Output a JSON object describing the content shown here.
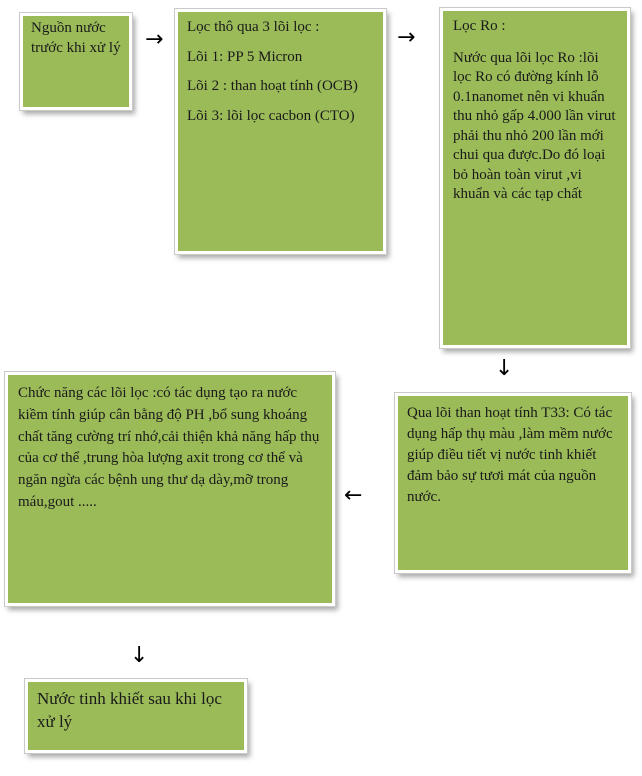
{
  "boxes": {
    "source": {
      "text": "Nguồn nước trước khi xử lý"
    },
    "coarse": {
      "title": "Lọc thô qua 3 lõi lọc :",
      "items": [
        "Lõi 1: PP 5 Micron",
        "Lõi 2 : than hoạt tính (OCB)",
        "Lõi 3: lõi lọc cacbon (CTO)"
      ]
    },
    "ro": {
      "title": "Lọc Ro :",
      "body": "Nước qua lõi lọc Ro :lõi lọc Ro có đường kính lỗ 0.1nanomet nên vi khuẩn  thu nhỏ gấp 4.000 lần virut phải thu nhỏ 200 lần mới chui qua được.Do đó loại bỏ hoàn toàn virut ,vi khuẩn và các tạp chất"
    },
    "carbon_t33": {
      "body": "Qua lõi than hoạt tính T33: Có tác dụng hấp thụ màu ,làm mềm nước giúp điều tiết vị nước tinh khiết đảm bảo sự tươi mát của nguồn nước."
    },
    "function": {
      "body": "Chức năng các lõi lọc :có  tác dụng tạo ra nước kiềm tính giúp cân bằng độ PH ,bổ sung khoáng chất tăng cường trí nhớ,cải thiện khả năng hấp thụ của cơ thể ,trung hòa lượng axit trong cơ thể và ngăn ngừa các bệnh ung thư dạ dày,mỡ trong máu,gout ....."
    },
    "result": {
      "text": "Nước tinh khiết sau khi lọc xử lý"
    }
  },
  "arrows": {
    "right_1": "→",
    "right_2": "→",
    "down_1": "↓",
    "left_1": "←",
    "down_2": "↓"
  },
  "colors": {
    "box_fill": "#9bbb59",
    "box_border": "#ffffff"
  }
}
